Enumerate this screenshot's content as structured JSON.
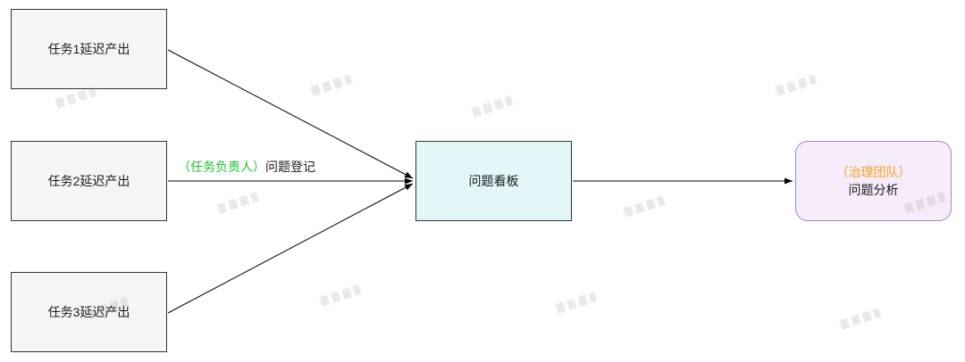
{
  "diagram": {
    "tasks": [
      {
        "label": "任务1延迟产出"
      },
      {
        "label": "任务2延迟产出"
      },
      {
        "label": "任务3延迟产出"
      }
    ],
    "edge_label": {
      "actor": "（任务负责人）",
      "action": "问题登记"
    },
    "kanban": {
      "label": "问题看板"
    },
    "analysis": {
      "actor": "（治理团队）",
      "action": "问题分析"
    },
    "colors": {
      "task_fill": "#f5f5f5",
      "task_border": "#333333",
      "kanban_fill": "#e3f6f8",
      "kanban_border": "#333333",
      "analysis_fill": "#f6ecfb",
      "analysis_border": "#a77fd6",
      "actor_green": "#1cc42c",
      "actor_orange": "#faa21e",
      "arrow": "#000000",
      "background": "#ffffff"
    }
  }
}
